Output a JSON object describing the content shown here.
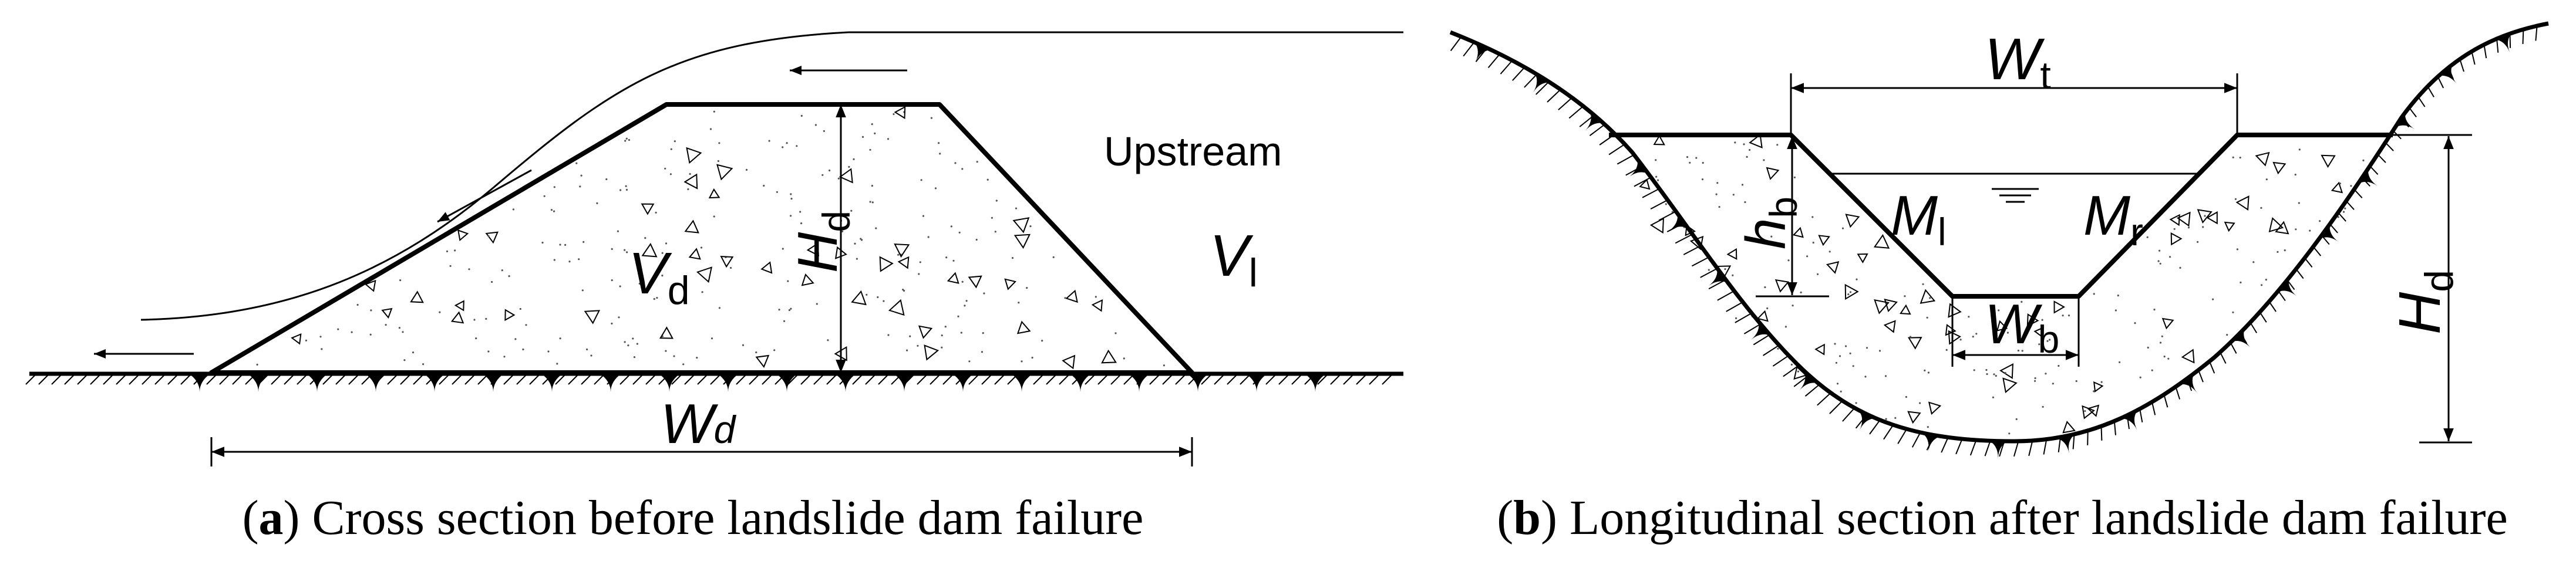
{
  "panel_a": {
    "caption_letter": "a",
    "caption_text": "Cross section before landslide dam failure",
    "labels": {
      "upstream": "Upstream",
      "vd_main": "V",
      "vd_sub": "d",
      "vl_main": "V",
      "vl_sub": "l",
      "hd_main": "H",
      "hd_sub": "d",
      "wd_main": "W",
      "wd_sub": "d"
    }
  },
  "panel_b": {
    "caption_letter": "b",
    "caption_text": "Longitudinal section after landslide dam failure",
    "labels": {
      "wt_main": "W",
      "wt_sub": "t",
      "wb_main": "W",
      "wb_sub": "b",
      "hb_main": "h",
      "hb_sub": "b",
      "ml_main": "M",
      "ml_sub": "l",
      "mr_main": "M",
      "mr_sub": "r",
      "hd_main": "H",
      "hd_sub": "d"
    }
  }
}
